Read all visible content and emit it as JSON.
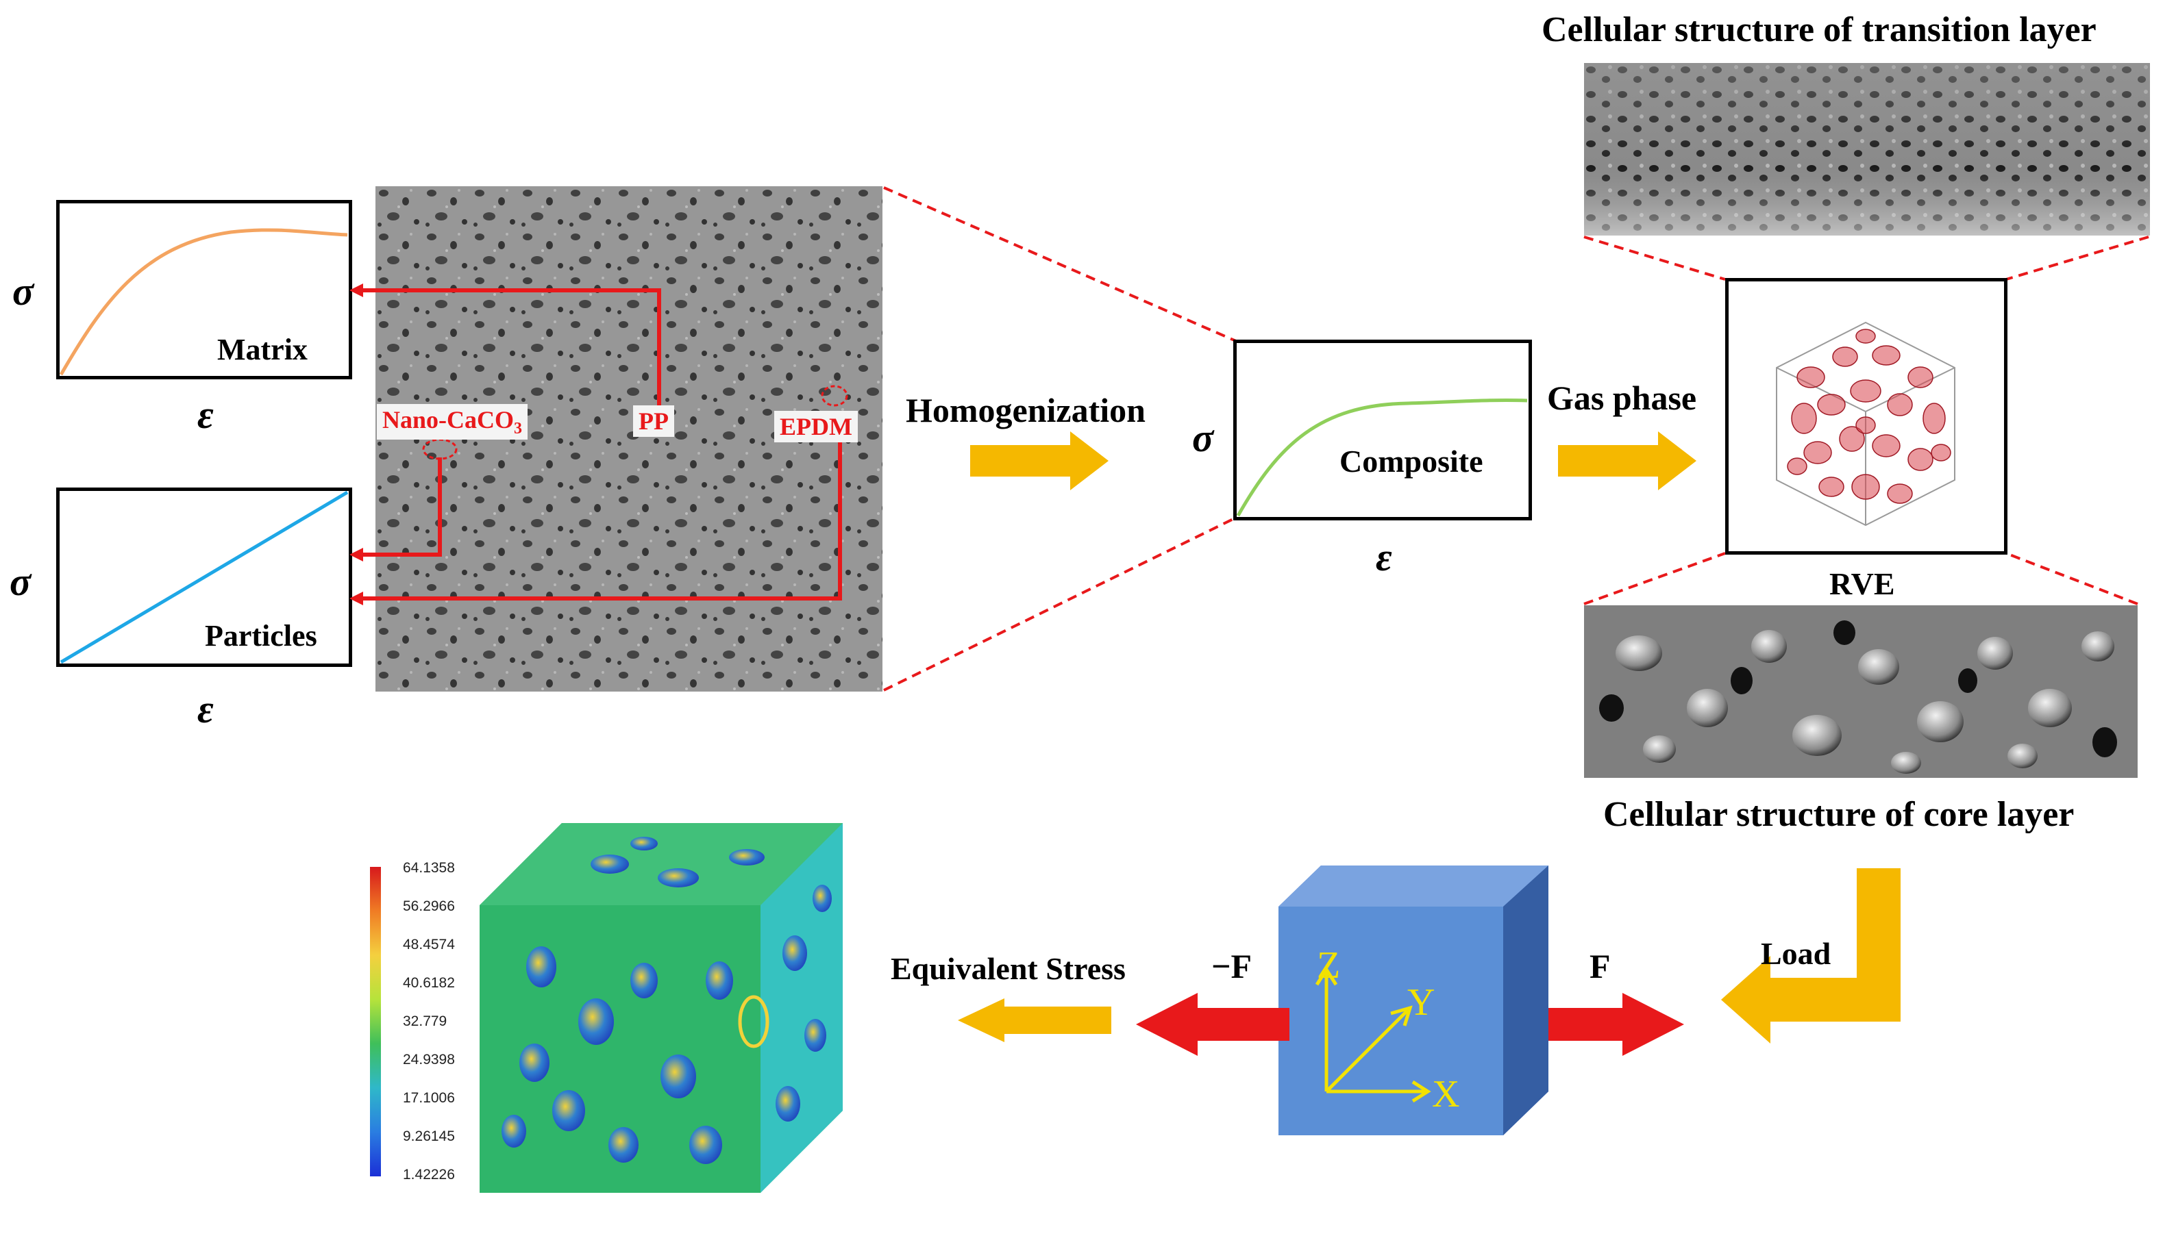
{
  "titles": {
    "transition": "Cellular structure of transition layer",
    "core": "Cellular structure of core layer"
  },
  "symbols": {
    "sigma": "σ",
    "epsilon": "ε"
  },
  "curves": {
    "matrix": {
      "label": "Matrix",
      "color": "#f4a460"
    },
    "particles": {
      "label": "Particles",
      "color": "#1ea7e6"
    },
    "composite": {
      "label": "Composite",
      "color": "#8fcf5a"
    }
  },
  "sem_labels": {
    "nano": "Nano-CaCO",
    "nano_sub": "3",
    "pp": "PP",
    "epdm": "EPDM"
  },
  "arrows": {
    "homogenization": "Homogenization",
    "gas_phase": "Gas phase",
    "load": "Load",
    "equivalent_stress": "Equivalent Stress",
    "neg_force": "−F",
    "force": "F"
  },
  "rve": {
    "label": "RVE"
  },
  "axes": {
    "x": "X",
    "y": "Y",
    "z": "Z"
  },
  "colorbar": {
    "ticks": [
      "64.1358",
      "56.2966",
      "48.4574",
      "40.6182",
      "32.779",
      "24.9398",
      "17.1006",
      "9.26145",
      "1.42226"
    ]
  },
  "colors": {
    "red_arrow": "#e8191b",
    "yellow_arrow": "#f5b800",
    "cube_front": "#5b8fd6",
    "axis_yellow": "#f2e200"
  }
}
